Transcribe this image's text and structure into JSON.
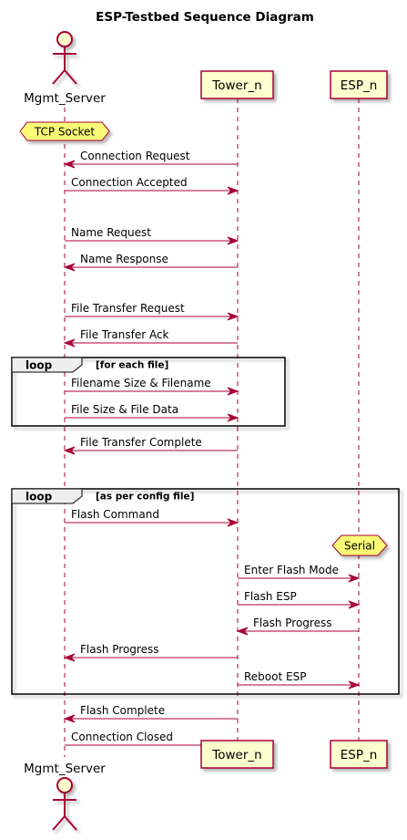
{
  "title": "ESP-Testbed Sequence Diagram",
  "participants": {
    "mgmt": {
      "label": "Mgmt_Server",
      "kind": "actor"
    },
    "tower": {
      "label": "Tower_n",
      "kind": "participant"
    },
    "esp": {
      "label": "ESP_n",
      "kind": "participant"
    }
  },
  "notes": {
    "tcp": "TCP Socket",
    "serial": "Serial"
  },
  "messages": [
    {
      "label": "Connection Request",
      "from": "tower",
      "to": "mgmt"
    },
    {
      "label": "Connection Accepted",
      "from": "mgmt",
      "to": "tower"
    },
    {
      "label": "Name Request",
      "from": "mgmt",
      "to": "tower"
    },
    {
      "label": "Name Response",
      "from": "tower",
      "to": "mgmt"
    },
    {
      "label": "File Transfer Request",
      "from": "mgmt",
      "to": "tower"
    },
    {
      "label": "File Transfer Ack",
      "from": "tower",
      "to": "mgmt"
    },
    {
      "label": "Filename Size & Filename",
      "from": "mgmt",
      "to": "tower"
    },
    {
      "label": "File Size & File Data",
      "from": "mgmt",
      "to": "tower"
    },
    {
      "label": "File Transfer Complete",
      "from": "tower",
      "to": "mgmt"
    },
    {
      "label": "Flash Command",
      "from": "mgmt",
      "to": "tower"
    },
    {
      "label": "Enter Flash Mode",
      "from": "tower",
      "to": "esp"
    },
    {
      "label": "Flash ESP",
      "from": "tower",
      "to": "esp"
    },
    {
      "label": "Flash Progress",
      "from": "esp",
      "to": "tower"
    },
    {
      "label": "Flash Progress",
      "from": "tower",
      "to": "mgmt"
    },
    {
      "label": "Reboot ESP",
      "from": "tower",
      "to": "esp"
    },
    {
      "label": "Flash Complete",
      "from": "tower",
      "to": "mgmt"
    },
    {
      "label": "Connection Closed",
      "from": "mgmt",
      "to": "tower"
    }
  ],
  "loops": [
    {
      "keyword": "loop",
      "condition": "[for each file]"
    },
    {
      "keyword": "loop",
      "condition": "[as per config file]"
    }
  ],
  "colors": {
    "line": "#A80036",
    "participant_fill": "#FEFECE",
    "note_fill": "#FBFB77",
    "frame": "#000000"
  }
}
